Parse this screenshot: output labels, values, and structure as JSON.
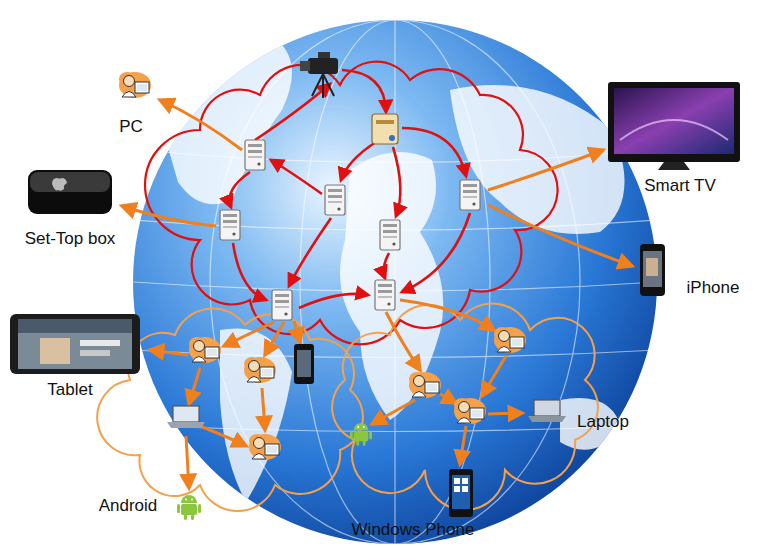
{
  "diagram": {
    "labels": [
      "PC",
      "Smart TV",
      "Set-Top box",
      "iPhone",
      "Tablet",
      "Laptop",
      "Android",
      "Windows Phone"
    ]
  }
}
